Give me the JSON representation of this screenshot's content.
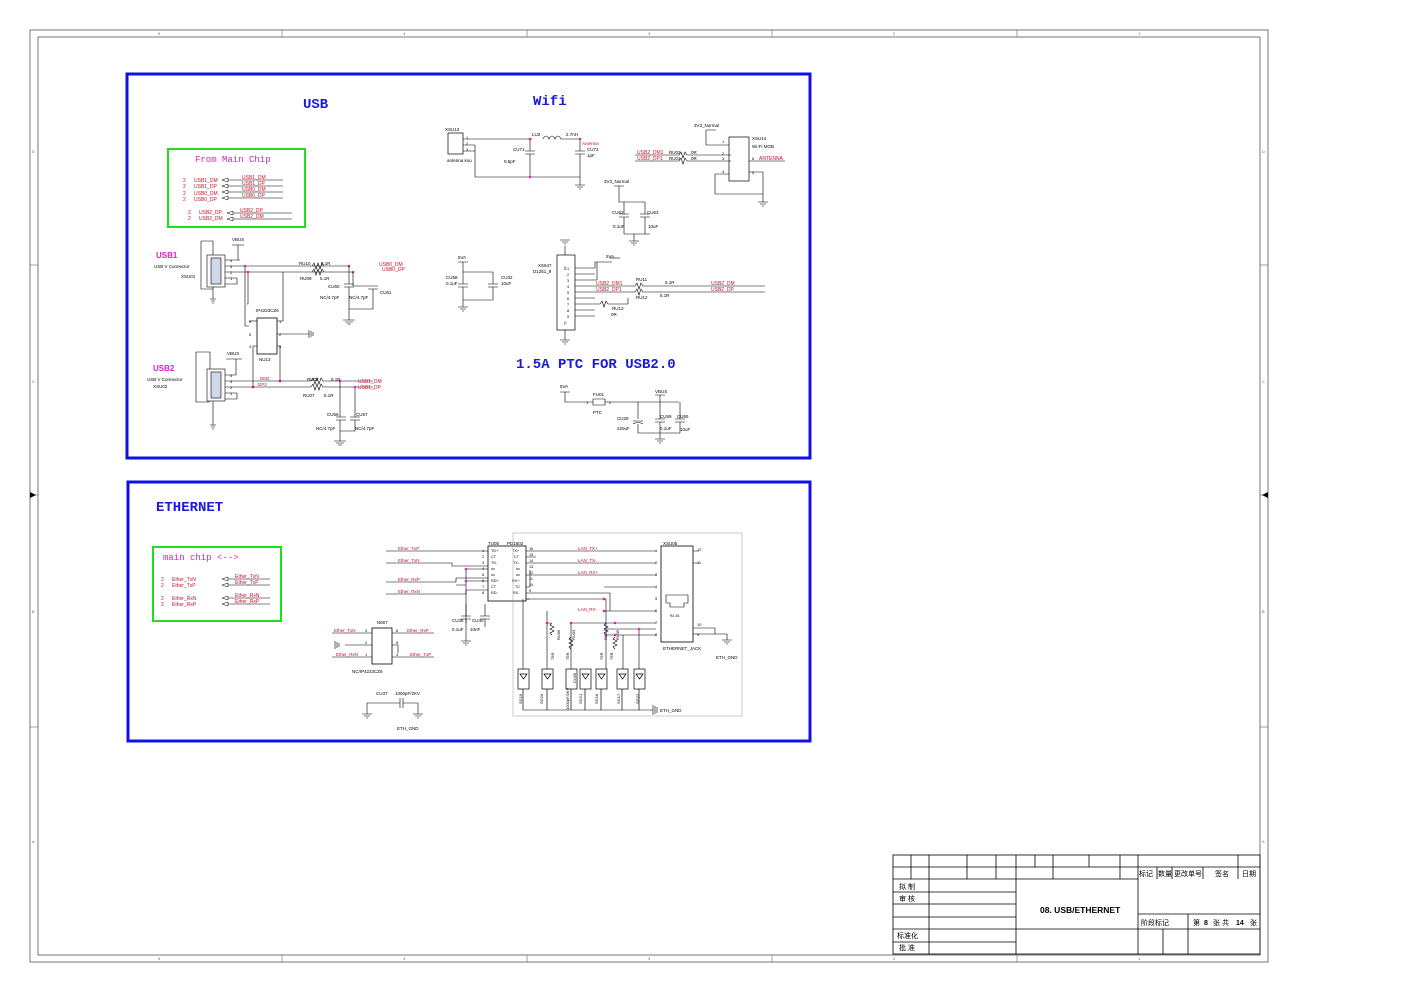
{
  "frame": {
    "col_ticks": [
      "5",
      "4",
      "3",
      "2",
      "1"
    ],
    "row_ticks": [
      "D",
      "C",
      "B",
      "A"
    ]
  },
  "usb": {
    "title": "USB",
    "from_main": {
      "title": "From Main Chip",
      "pin_nums": [
        "2",
        "2",
        "2",
        "2"
      ],
      "pins": [
        "USB1_DM",
        "USB1_DP",
        "USB0_DM",
        "USB0_DP"
      ],
      "nets": [
        "USB1_DM",
        "USB1_DP",
        "USB0_DM",
        "USB0_DP"
      ],
      "pin_nums2": [
        "2",
        "2"
      ],
      "pins2": [
        "USB2_DP",
        "USB2_DM"
      ],
      "nets2": [
        "USB2_DP",
        "USB2_DM"
      ]
    },
    "usb1": {
      "label": "USB1",
      "desc": "USB V Connector",
      "ref": "XSU01",
      "vbus": "VBUS",
      "pins": [
        "4",
        "3",
        "2",
        "1"
      ]
    },
    "usb2": {
      "label": "USB2",
      "desc": "USB V Connector",
      "ref": "XSU02",
      "vbus": "VBUS",
      "pins": [
        "4",
        "3",
        "2",
        "1"
      ]
    },
    "ru10": "RU10",
    "ru10_val": "5.1R",
    "ru09": "RU09",
    "ru09_val": "5.1R",
    "usb0_dm": "USB0_DM",
    "usb0_dp": "USB0_DP",
    "cu60": "CU60",
    "cu60_val": "NC/4.7pF",
    "cu61": "CU61",
    "cu61_val": "NC/4.7pF",
    "ip4223": "IP4223CZ6",
    "nu13": "NU13",
    "nu13_pins": [
      "6",
      "1",
      "2",
      "4",
      "5",
      "3"
    ],
    "ru08": "RU08",
    "ru08_val": "5.1R",
    "ru07": "RU07",
    "ru07_val": "5.1R",
    "dm2": "DM2",
    "dp2": "DP2",
    "usb1_dm": "USB1_DM",
    "usb1_dp": "USB1_DP",
    "cu56": "CU56",
    "cu56_val": "NC/4.7pF",
    "cu57": "CU57",
    "cu57_val": "NC/4.7pF"
  },
  "wifi": {
    "title": "Wifi",
    "xsu13": "XSU13",
    "xsu13_desc": "antenna kou",
    "xsu13_pins": [
      "1",
      "2",
      "3"
    ],
    "lu2": "LU2",
    "lu2_val": "2.7nH",
    "cu71": "CU71",
    "cu71_val": "0.5pF",
    "cu72": "CU72",
    "cu72_val": "1pF",
    "antenna": "Antenna",
    "v3_normal": "3V3_Normal",
    "xsu14": "XSU14",
    "xsu14_desc": "Wi-Fi MOB",
    "xsu14_pins": [
      "1",
      "2",
      "3",
      "4",
      "5",
      "6"
    ],
    "usb2_dm1": "USB2_DM1",
    "usb2_dp1": "USB2_DP1",
    "ru02": "RU02",
    "ru02_val": "0R",
    "ru01": "RU01",
    "ru01_val": "0R",
    "antenna_net": "ANTENNA",
    "cu62": "CU62",
    "cu62_val": "0.1uF",
    "cu63": "CU63",
    "cu63_val": "10uF",
    "v5a": "5VA",
    "cu58": "CU58",
    "cu58_val": "0.1uF",
    "cu32": "CU32",
    "cu32_val": "10uF",
    "xs647": "XS647",
    "xs647_desc": "D1251_9",
    "xs647_pins": [
      "1",
      "2",
      "3",
      "4",
      "5",
      "6",
      "7",
      "8",
      "9"
    ],
    "xs647_side": [
      "10",
      "11"
    ],
    "ru11": "RU11",
    "ru11_val": "5.1R",
    "ru12": "RU12",
    "ru12_val": "5.1R",
    "ru13": "RU13",
    "ru13_val": "0R",
    "usb2_dm": "USB2_DM",
    "usb2_dp": "USB2_DP",
    "ptc_title": "1.5A PTC FOR USB2.0",
    "fu01": "FU01",
    "fu01_val": "PTC",
    "fu01_pins": [
      "1",
      "2"
    ],
    "vbus": "VBUS",
    "cu29": "CU29",
    "cu29_val": "220uF",
    "cu59": "CU59",
    "cu59_val": "0.1uF",
    "cu55": "CU55",
    "cu55_val": "10uF"
  },
  "ethernet": {
    "title": "ETHERNET",
    "main_chip": {
      "title": "main chip <-->",
      "pin_nums": [
        "2",
        "2",
        "2",
        "2"
      ],
      "pins": [
        "Ether_TxN",
        "Ether_TxP",
        "Ether_RxN",
        "Ether_RxP"
      ],
      "nets": [
        "Ether_TxN",
        "Ether_TxP",
        "Ether_RxN",
        "Ether_RxP"
      ]
    },
    "tu05": "TU05",
    "tu05_part": "PD1602",
    "tu05_left_nets": [
      "Ether_TxP",
      "Ether_TxN",
      "Ether_RxP",
      "Ether_RxN"
    ],
    "tu05_left_pins": [
      "1",
      "2",
      "3",
      "4",
      "5",
      "6",
      "7",
      "8"
    ],
    "tu05_left_labels": [
      "TD+",
      "CT",
      "TD-",
      "nc",
      "nc",
      "RD+",
      "CT",
      "RD-"
    ],
    "tu05_right_pins": [
      "16",
      "15",
      "14",
      "13",
      "12",
      "11",
      "10",
      "9"
    ],
    "tu05_right_labels": [
      "TX+",
      "CT",
      "TX-",
      "nc",
      "nc",
      "RX+",
      "TC",
      "RX-"
    ],
    "lan_nets": [
      "LAN_TX+",
      "LAN_TX-",
      "LAN_RX+",
      "LAN_RX-"
    ],
    "cu38": "CU38",
    "cu38_val": "0.1uF",
    "cu40": "CU40",
    "cu40_val": "10nF",
    "n607": "N607",
    "n607_part": "NC/IP4223CZ6",
    "n607_left_pins": [
      "3",
      "2",
      "1"
    ],
    "n607_right_pins": [
      "6",
      "5",
      "4"
    ],
    "n607_left_nets": [
      "Ether_TxN",
      "",
      "Ether_RxN"
    ],
    "n607_right_nets": [
      "Ether_RxP",
      "",
      "Ether_TxP"
    ],
    "cu37": "CU37",
    "cu37_val": "1000pF/2KV",
    "eth_gnd": "ETH_GND",
    "xsu05": "XSU05",
    "xsu05_part": "ETHERNET_JACK",
    "rj": "RJ-45",
    "xsu05_left_pins": [
      "1",
      "2",
      "3",
      "4",
      "5",
      "6",
      "7",
      "8"
    ],
    "xsu05_right_pins": [
      "12",
      "11",
      "10",
      "9"
    ],
    "res_labels": [
      "75R",
      "RU06",
      "75R",
      "RU03",
      "75R",
      "RU04",
      "75R",
      "RU05"
    ],
    "tvs_labels": [
      "SG19",
      "SG20",
      "1000pF/2KV",
      "CU39",
      "SG21",
      "SG18",
      "SG17",
      "SG22"
    ]
  },
  "title_block": {
    "header": [
      "标记",
      "数量",
      "更改单号",
      "签名",
      "日期"
    ],
    "rows": [
      "拟 制",
      "审 核",
      "",
      "",
      "标准化",
      "批 准"
    ],
    "drawing_title": "08. USB/ETHERNET",
    "stage": "阶段标记",
    "sheet_prefix": "第",
    "sheet_no": "8",
    "sheet_mid": "张 共",
    "sheet_total": "14",
    "sheet_suffix": "张"
  },
  "colors": {
    "frame_blue": "#1010e0",
    "net_red": "#c8102e",
    "magenta": "#e020c0",
    "green_box": "#22dd22",
    "wire": "#000000",
    "label_blue": "#1a1ad8"
  }
}
